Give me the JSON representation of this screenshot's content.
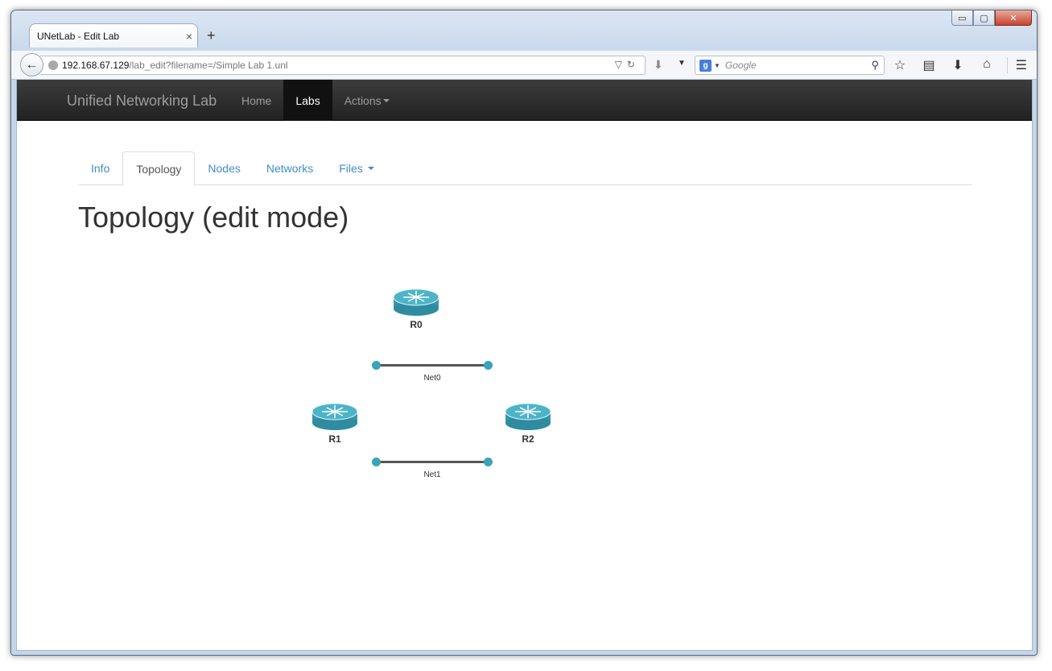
{
  "browser": {
    "tab_title": "UNetLab - Edit Lab",
    "tab_close": "×",
    "new_tab": "+",
    "url_host": "192.168.67.129",
    "url_path": "/lab_edit?filename=/Simple Lab 1.unl",
    "search_placeholder": "Google",
    "window_controls": {
      "minimize": "▭",
      "maximize": "▢",
      "close": "✕"
    }
  },
  "app": {
    "brand": "Unified Networking Lab",
    "nav": [
      {
        "label": "Home"
      },
      {
        "label": "Labs"
      },
      {
        "label": "Actions"
      }
    ]
  },
  "tabs": [
    {
      "label": "Info"
    },
    {
      "label": "Topology"
    },
    {
      "label": "Nodes"
    },
    {
      "label": "Networks"
    },
    {
      "label": "Files"
    }
  ],
  "page": {
    "title": "Topology (edit mode)"
  },
  "topology": {
    "nodes": [
      {
        "label": "R0",
        "icon": "router-icon"
      },
      {
        "label": "R1",
        "icon": "router-icon"
      },
      {
        "label": "R2",
        "icon": "router-icon"
      }
    ],
    "networks": [
      {
        "label": "Net0"
      },
      {
        "label": "Net1"
      }
    ]
  },
  "colors": {
    "router": "#3ba3b8",
    "link": "#555555",
    "navbar": "#222222",
    "tab_link": "#428bca"
  }
}
